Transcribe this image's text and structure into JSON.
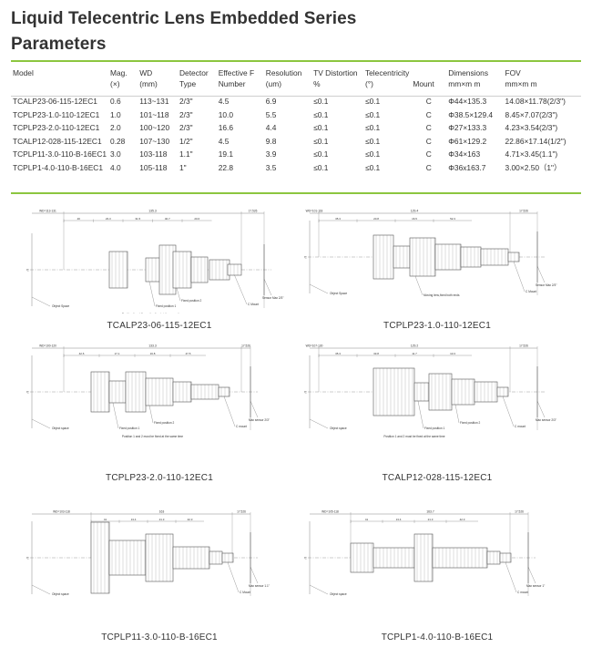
{
  "titles": {
    "line1": "Liquid Telecentric Lens Embedded Series",
    "line2": "Parameters"
  },
  "table": {
    "headers": [
      [
        "Model",
        ""
      ],
      [
        "Mag.",
        "(×)"
      ],
      [
        "WD",
        "(mm)"
      ],
      [
        "Detector",
        "Type"
      ],
      [
        "Effective F",
        "Number"
      ],
      [
        "Resolution",
        "(um)"
      ],
      [
        "TV Distortion",
        "%"
      ],
      [
        "Telecentricity",
        "(°)"
      ],
      [
        "",
        "Mount"
      ],
      [
        "Dimensions",
        "mm×m m"
      ],
      [
        "FOV",
        "mm×m m"
      ]
    ],
    "rows": [
      [
        "TCALP23-06-115-12EC1",
        "0.6",
        "113~131",
        "2/3\"",
        "4.5",
        "6.9",
        "≤0.1",
        "≤0.1",
        "C",
        "Φ44×135.3",
        "14.08×11.78(2/3\")"
      ],
      [
        "TCPLP23-1.0-110-12EC1",
        "1.0",
        "101~118",
        "2/3\"",
        "10.0",
        "5.5",
        "≤0.1",
        "≤0.1",
        "C",
        "Φ38.5×129.4",
        "8.45×7.07(2/3\")"
      ],
      [
        "TCPLP23-2.0-110-12EC1",
        "2.0",
        "100~120",
        "2/3\"",
        "16.6",
        "4.4",
        "≤0.1",
        "≤0.1",
        "C",
        "Φ27×133.3",
        "4.23×3.54(2/3\")"
      ],
      [
        "TCALP12-028-115-12EC1",
        "0.28",
        "107~130",
        "1/2\"",
        "4.5",
        "9.8",
        "≤0.1",
        "≤0.1",
        "C",
        "Φ61×129.2",
        "22.86×17.14(1/2\")"
      ],
      [
        "TCPLP11-3.0-110-B-16EC1",
        "3.0",
        "103-118",
        "1.1\"",
        "19.1",
        "3.9",
        "≤0.1",
        "≤0.1",
        "C",
        "Φ34×163",
        "4.71×3.45(1.1\")"
      ],
      [
        "TCPLP1-4.0-110-B-16EC1",
        "4.0",
        "105-118",
        "1\"",
        "22.8",
        "3.5",
        "≤0.1",
        "≤0.1",
        "C",
        "Φ36x163.7",
        "3.00×2.50（1\"）"
      ]
    ]
  },
  "drawings": [
    {
      "caption": "TCALP23-06-115-12EC1",
      "wd": "WD=113-131",
      "overall": "135.3",
      "sensor_dist": "17.526",
      "segments": [
        "20",
        "23.3",
        "31.5",
        "40.7",
        "20.6"
      ],
      "labels": {
        "object": "Object Space",
        "fixed1": "Fixed position 1",
        "fixed2": "Fixed position 2",
        "mount": "C Mount",
        "sensor": "Sensor Max 2/3\"",
        "note": "Position 1 and 2 must be fixed at the same time"
      }
    },
    {
      "caption": "TCPLP23-1.0-110-12EC1",
      "wd": "WD=101-118",
      "overall": "129.4",
      "sensor_dist": "17.526",
      "segments": [
        "35.3",
        "20.8",
        "16.5",
        "52.3"
      ],
      "labels": {
        "object": "Object Space",
        "moving": "Moving lens,fixed both ends",
        "mount": "C Mount",
        "sensor": "Sensor Max 2/3\""
      }
    },
    {
      "caption": "TCPLP23-2.0-110-12EC1",
      "wd": "WD=100-120",
      "overall": "133.3",
      "sensor_dist": "17.526",
      "segments": [
        "42.6",
        "17.1",
        "16.8",
        "47.5"
      ],
      "labels": {
        "object": "Object space",
        "fixed1": "Fixed position 1",
        "fixed2": "Fixed position 2",
        "mount": "C mount",
        "sensor": "Max sensor 2/3\"",
        "note": "Position 1 and 2 must be fixed at the same time"
      }
    },
    {
      "caption": "TCALP12-028-115-12EC1",
      "wd": "WD=107-130",
      "overall": "129.2",
      "sensor_dist": "17.526",
      "segments": [
        "35.3",
        "33.8",
        "11.7",
        "10.3"
      ],
      "labels": {
        "object": "Object space",
        "fixed1": "Fixed position 1",
        "fixed2": "Fixed position 2",
        "mount": "C mount",
        "sensor": "Max sensor 2/3\"",
        "note": "Position 1 and 2 must be fixed at the same time"
      }
    },
    {
      "caption": "TCPLP11-3.0-110-B-16EC1",
      "wd": "WD=103-118",
      "overall": "163",
      "sensor_dist": "17.526",
      "segments": [
        "41",
        "13.4",
        "21.3",
        "42.3"
      ],
      "labels": {
        "object": "Object space",
        "mount": "C Mount",
        "sensor": "Max sensor 1.1\""
      }
    },
    {
      "caption": "TCPLP1-4.0-110-B-16EC1",
      "wd": "WD=105-118",
      "overall": "163.7",
      "sensor_dist": "17.526",
      "segments": [
        "41",
        "13.4",
        "21.3",
        "42.3"
      ],
      "labels": {
        "object": "Object space",
        "mount": "C mount",
        "sensor": "Max sensor 1\""
      }
    }
  ],
  "colors": {
    "accent": "#8cc63f",
    "line": "#555555"
  }
}
